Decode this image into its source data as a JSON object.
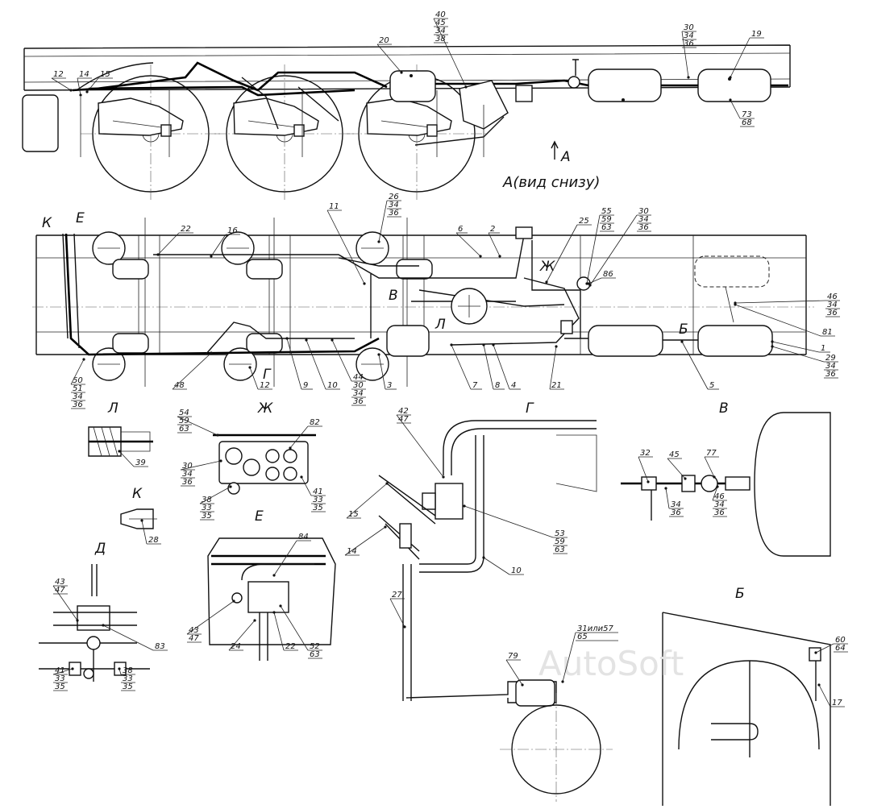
{
  "view_title": "А(вид снизу)",
  "view_marker_A": "А",
  "watermark": "AutoSoft",
  "section_titles": [
    "Л",
    "Ж",
    "Г",
    "В",
    "К",
    "Д",
    "Е",
    "Б"
  ],
  "marker_letters": [
    "К",
    "Е",
    "Ж",
    "В",
    "Л",
    "Б",
    "Г",
    "Л"
  ],
  "callouts": [
    {
      "lines": [
        "12"
      ]
    },
    {
      "lines": [
        "14"
      ]
    },
    {
      "lines": [
        "15"
      ]
    },
    {
      "lines": [
        "20"
      ]
    },
    {
      "lines": [
        "40",
        "45",
        "34",
        "38"
      ]
    },
    {
      "lines": [
        "30",
        "34",
        "36"
      ]
    },
    {
      "lines": [
        "19"
      ]
    },
    {
      "lines": [
        "73",
        "68"
      ]
    },
    {
      "lines": [
        "22"
      ]
    },
    {
      "lines": [
        "16"
      ]
    },
    {
      "lines": [
        "11"
      ]
    },
    {
      "lines": [
        "26",
        "34",
        "36"
      ]
    },
    {
      "lines": [
        "6"
      ]
    },
    {
      "lines": [
        "2"
      ]
    },
    {
      "lines": [
        "25"
      ]
    },
    {
      "lines": [
        "55",
        "59",
        "63"
      ]
    },
    {
      "lines": [
        "30",
        "34",
        "36"
      ]
    },
    {
      "lines": [
        "86"
      ]
    },
    {
      "lines": [
        "46",
        "34",
        "36"
      ]
    },
    {
      "lines": [
        "81"
      ]
    },
    {
      "lines": [
        "1"
      ]
    },
    {
      "lines": [
        "29",
        "34",
        "36"
      ]
    },
    {
      "lines": [
        "5"
      ]
    },
    {
      "lines": [
        "21"
      ]
    },
    {
      "lines": [
        "4"
      ]
    },
    {
      "lines": [
        "8"
      ]
    },
    {
      "lines": [
        "7"
      ]
    },
    {
      "lines": [
        "3"
      ]
    },
    {
      "lines": [
        "44",
        "30",
        "34",
        "36"
      ]
    },
    {
      "lines": [
        "10"
      ]
    },
    {
      "lines": [
        "9"
      ]
    },
    {
      "lines": [
        "12"
      ]
    },
    {
      "lines": [
        "48"
      ]
    },
    {
      "lines": [
        "50",
        "51",
        "34",
        "36"
      ]
    },
    {
      "lines": [
        "39"
      ]
    },
    {
      "lines": [
        "54",
        "59",
        "63"
      ]
    },
    {
      "lines": [
        "82"
      ]
    },
    {
      "lines": [
        "30",
        "34",
        "36"
      ]
    },
    {
      "lines": [
        "38",
        "33",
        "35"
      ]
    },
    {
      "lines": [
        "41",
        "33",
        "35"
      ]
    },
    {
      "lines": [
        "28"
      ]
    },
    {
      "lines": [
        "42",
        "47"
      ]
    },
    {
      "lines": [
        "15"
      ]
    },
    {
      "lines": [
        "14"
      ]
    },
    {
      "lines": [
        "53",
        "59",
        "63"
      ]
    },
    {
      "lines": [
        "10"
      ]
    },
    {
      "lines": [
        "27"
      ]
    },
    {
      "lines": [
        "32"
      ]
    },
    {
      "lines": [
        "45"
      ]
    },
    {
      "lines": [
        "77"
      ]
    },
    {
      "lines": [
        "34",
        "36"
      ]
    },
    {
      "lines": [
        "46",
        "34",
        "36"
      ]
    },
    {
      "lines": [
        "43",
        "47"
      ]
    },
    {
      "lines": [
        "83"
      ]
    },
    {
      "lines": [
        "41",
        "33",
        "35"
      ]
    },
    {
      "lines": [
        "38",
        "33",
        "35"
      ]
    },
    {
      "lines": [
        "84"
      ]
    },
    {
      "lines": [
        "43",
        "47"
      ]
    },
    {
      "lines": [
        "24"
      ]
    },
    {
      "lines": [
        "22"
      ]
    },
    {
      "lines": [
        "52",
        "63"
      ]
    },
    {
      "lines": [
        "79"
      ]
    },
    {
      "lines": [
        "31или57",
        "65"
      ]
    },
    {
      "lines": [
        "60",
        "64"
      ]
    },
    {
      "lines": [
        "17"
      ]
    }
  ]
}
